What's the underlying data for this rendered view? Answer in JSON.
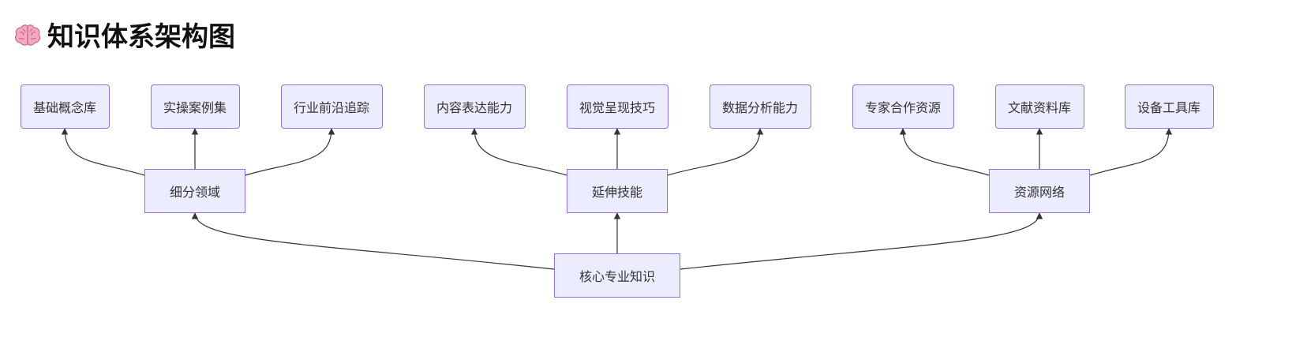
{
  "title": {
    "icon": "brain-icon",
    "text": "知识体系架构图"
  },
  "colors": {
    "node_fill": "#ececff",
    "node_border": "#9370db",
    "edge": "#333333",
    "text": "#333333"
  },
  "diagram": {
    "root": {
      "label": "核心专业知识"
    },
    "branches": [
      {
        "label": "细分领域",
        "leaves": [
          "基础概念库",
          "实操案例集",
          "行业前沿追踪"
        ]
      },
      {
        "label": "延伸技能",
        "leaves": [
          "内容表达能力",
          "视觉呈现技巧",
          "数据分析能力"
        ]
      },
      {
        "label": "资源网络",
        "leaves": [
          "专家合作资源",
          "文献资料库",
          "设备工具库"
        ]
      }
    ]
  }
}
